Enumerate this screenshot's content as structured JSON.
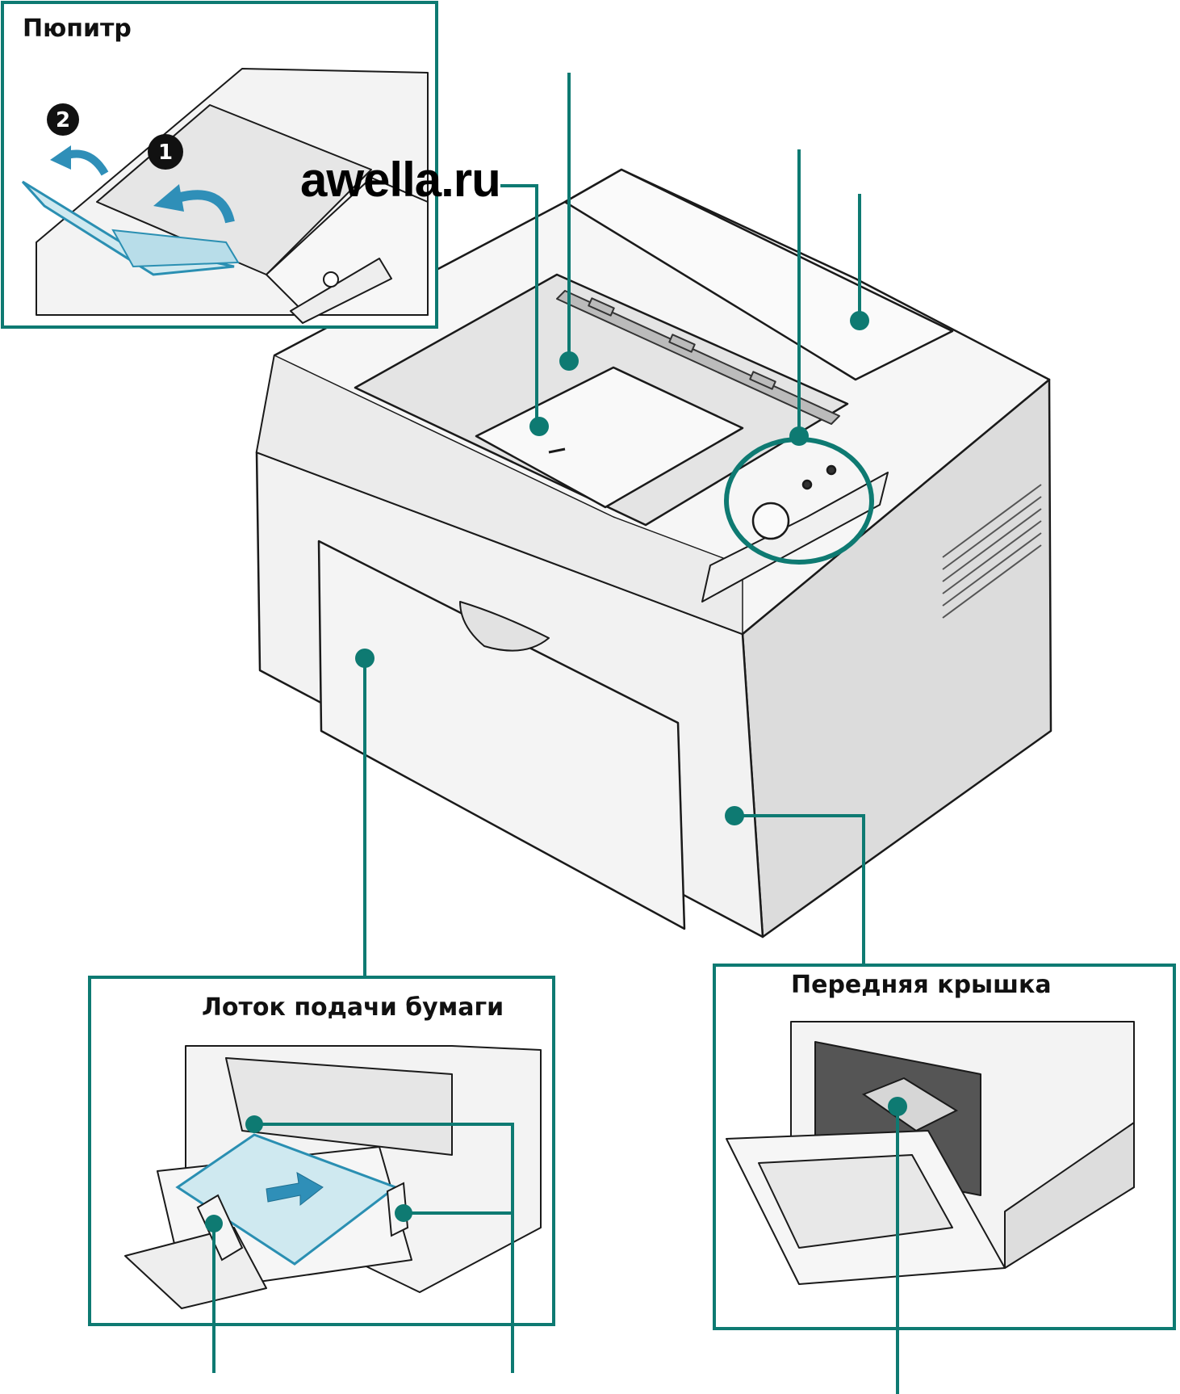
{
  "watermark": "awella.ru",
  "insets": {
    "output_tray": {
      "title": "Пюпитр",
      "steps": [
        "1",
        "2"
      ]
    },
    "paper_tray": {
      "title": "Лоток подачи бумаги"
    },
    "front_cover": {
      "title": "Передняя крышка"
    }
  },
  "colors": {
    "callout": "#0e7a72",
    "paper_highlight": "#cfe9f0",
    "arrow": "#2f8fb8",
    "printer_body": "#f2f2f2",
    "printer_shade": "#d9d9d9",
    "outline": "#1a1a1a"
  }
}
